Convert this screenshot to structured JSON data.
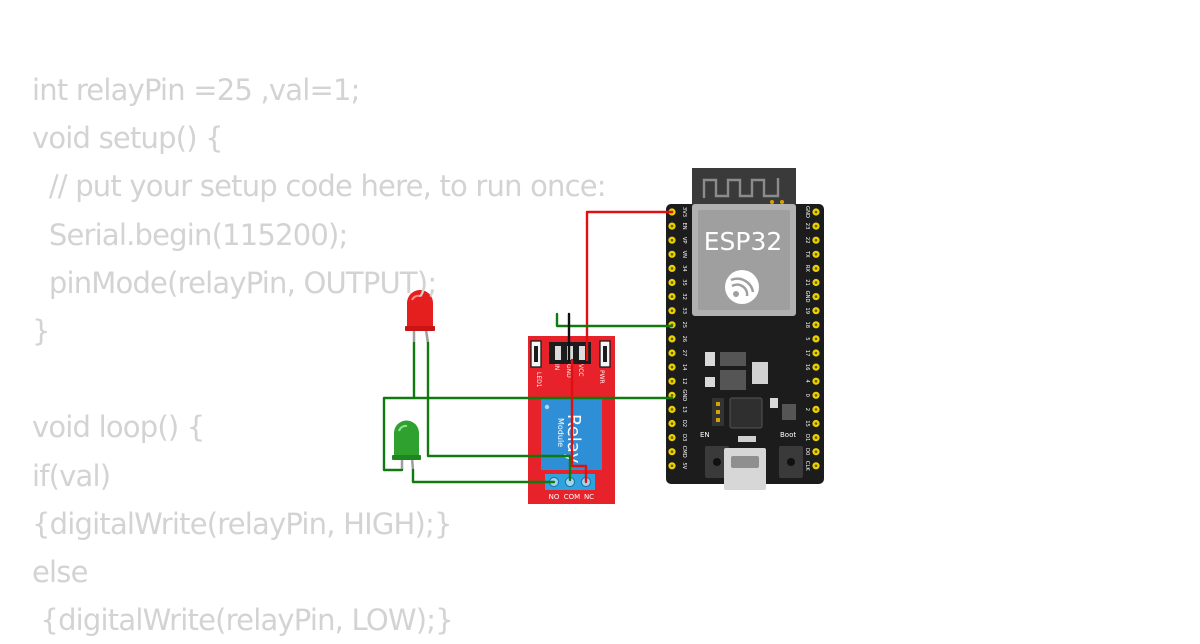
{
  "code_lines": [
    "int relayPin =25 ,val=1;",
    "void setup() {",
    "  // put your setup code here, to run once:",
    "  Serial.begin(115200);",
    "  pinMode(relayPin, OUTPUT);",
    "}",
    "",
    "void loop() {",
    "if(val)",
    "{digitalWrite(relayPin, HIGH);}",
    "else",
    " {digitalWrite(relayPin, LOW);}"
  ],
  "esp32": {
    "title": "ESP32",
    "left_pins": [
      "3V3",
      "EN",
      "VP",
      "VN",
      "34",
      "35",
      "32",
      "33",
      "25",
      "26",
      "27",
      "14",
      "12",
      "GND",
      "13",
      "D2",
      "D3",
      "CMD",
      "5V"
    ],
    "right_pins": [
      "GND",
      "23",
      "22",
      "TX",
      "RX",
      "21",
      "GND",
      "19",
      "18",
      "5",
      "17",
      "16",
      "4",
      "0",
      "2",
      "15",
      "D1",
      "D0",
      "CLK"
    ],
    "en_label": "EN",
    "boot_label": "Boot"
  },
  "relay": {
    "title": "Relay",
    "subtitle": "Module",
    "led_label": "LED1",
    "pwr_label": "PWR",
    "in_label": "IN",
    "gnd_label": "GND",
    "vcc_label": "VCC",
    "no_label": "NO",
    "com_label": "COM",
    "nc_label": "NC"
  },
  "colors": {
    "code_text": "#d3d3d3",
    "board": "#1c1c1c",
    "pin_gold": "#e8d200",
    "relay_red": "#e8222a",
    "relay_blue": "#2f8fd6",
    "wire_green": "#107a10",
    "wire_red": "#e01010",
    "wire_black": "#101010",
    "led_red": "#e51e1e",
    "led_green": "#2fa12f"
  }
}
